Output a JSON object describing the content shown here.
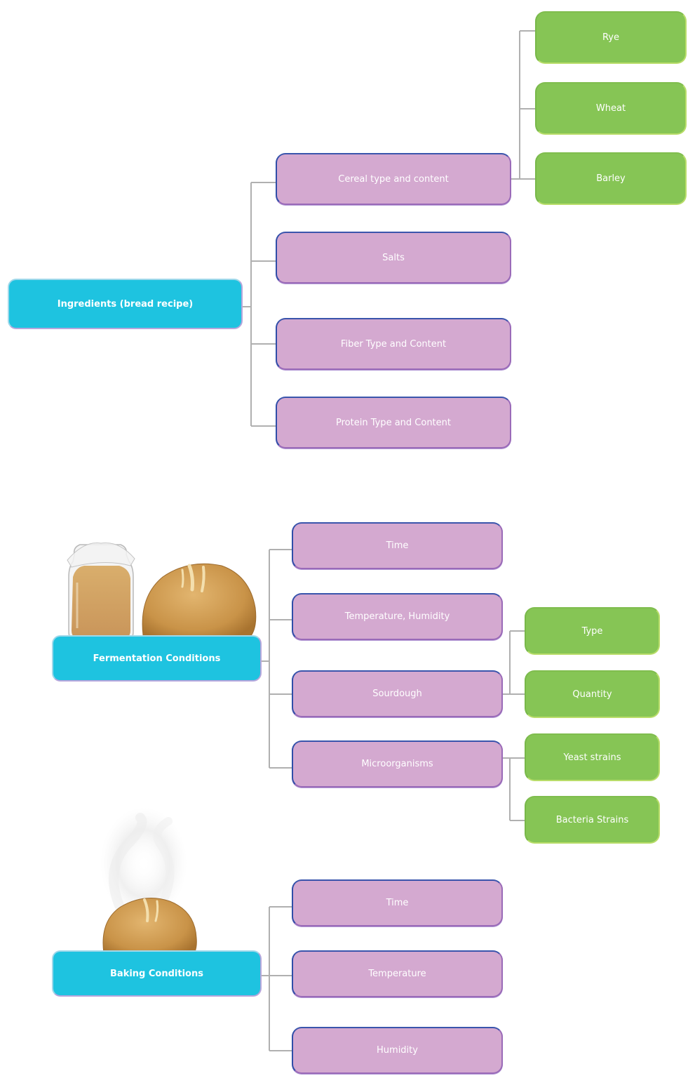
{
  "groups": [
    {
      "label": "Ingredients (bread recipe)",
      "children": [
        {
          "label": "Cereal type and content",
          "children": [
            "Rye",
            "Wheat",
            "Barley"
          ]
        },
        {
          "label": "Salts",
          "children": []
        },
        {
          "label": "Fiber Type and Content",
          "children": []
        },
        {
          "label": "Protein Type and Content",
          "children": []
        }
      ]
    },
    {
      "label": "Fermentation Conditions",
      "children": [
        {
          "label": "Time",
          "children": []
        },
        {
          "label": "Temperature, Humidity",
          "children": []
        },
        {
          "label": "Sourdough",
          "children": [
            "Type",
            "Quantity"
          ]
        },
        {
          "label": "Microorganisms",
          "children": [
            "Yeast strains",
            "Bacteria Strains"
          ]
        }
      ]
    },
    {
      "label": "Baking Conditions",
      "children": [
        {
          "label": "Time",
          "children": []
        },
        {
          "label": "Temperature",
          "children": []
        },
        {
          "label": "Humidity",
          "children": []
        }
      ]
    }
  ],
  "colors": {
    "root": "#1ec3e0",
    "branch": "#d4a9d0",
    "leaf": "#86c555",
    "connector": "#b0b0b0"
  },
  "illustrations": [
    "sourdough-jar-icon",
    "bread-loaf-icon",
    "steam-icon"
  ]
}
